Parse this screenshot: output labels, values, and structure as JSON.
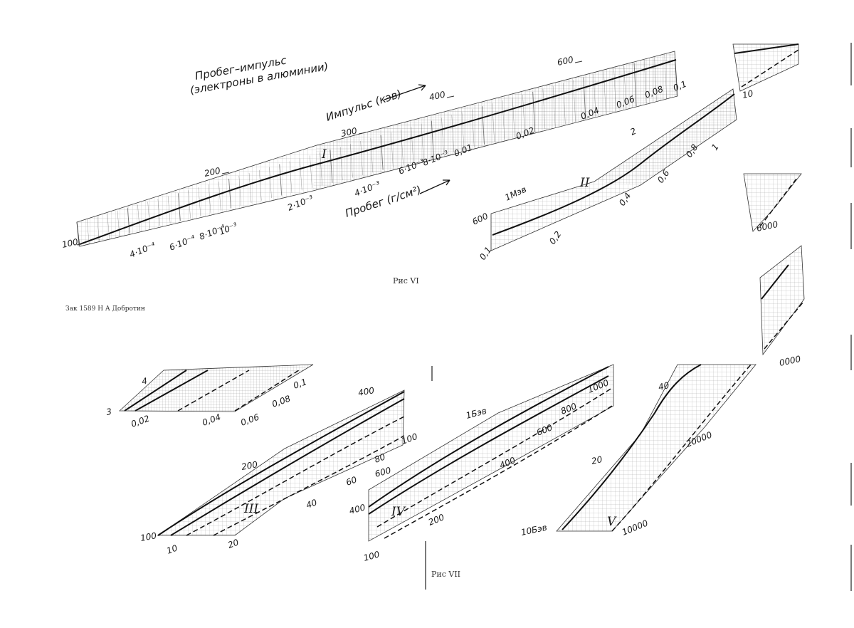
{
  "figure_captions": {
    "fig6": "Рис VI",
    "fig7": "Рис VII",
    "order_note": "Зак 1589 Н А Добротин"
  },
  "chart_data": [
    {
      "type": "line",
      "id": "I",
      "panel_label": "I",
      "title": "Пробег–импульс",
      "subtitle": "(электроны в алюминии)",
      "momentum_axis_label": "Импульс (кэв)",
      "range_axis_label": "Пробег (г/см²)",
      "momentum_ticks": [
        "100",
        "200",
        "300",
        "400",
        "600"
      ],
      "range_ticks": [
        "4·10⁻⁴",
        "6·10⁻⁴",
        "8·10⁻⁴",
        "10⁻³",
        "2·10⁻³",
        "4·10⁻³",
        "6·10⁻³",
        "8·10⁻³",
        "0,01",
        "0,02",
        "0,04",
        "0,06",
        "0,08",
        "0,1"
      ]
    },
    {
      "type": "line",
      "id": "II",
      "panel_label": "II",
      "momentum_ticks": [
        "600",
        "1Мэв",
        "2"
      ],
      "range_ticks": [
        "0,1",
        "0,2",
        "0,4",
        "0,6",
        "0,8",
        "1"
      ],
      "partial_labels": [
        "10",
        "6000",
        "0000"
      ]
    },
    {
      "type": "line",
      "id": "III",
      "panel_label": "III",
      "momentum_ticks": [
        "100",
        "200",
        "400",
        "3",
        "4"
      ],
      "range_ticks": [
        "10",
        "20",
        "40",
        "60",
        "80",
        "100",
        "0,02",
        "0,04",
        "0,06",
        "0,08",
        "0,1"
      ]
    },
    {
      "type": "line",
      "id": "IV",
      "panel_label": "IV",
      "momentum_ticks": [
        "100",
        "400",
        "600",
        "1Бэв"
      ],
      "range_ticks": [
        "200",
        "400",
        "600",
        "800",
        "1000"
      ]
    },
    {
      "type": "line",
      "id": "V",
      "panel_label": "V",
      "momentum_ticks": [
        "10Бэв",
        "20",
        "40"
      ],
      "range_ticks": [
        "10000",
        "20000"
      ]
    }
  ]
}
